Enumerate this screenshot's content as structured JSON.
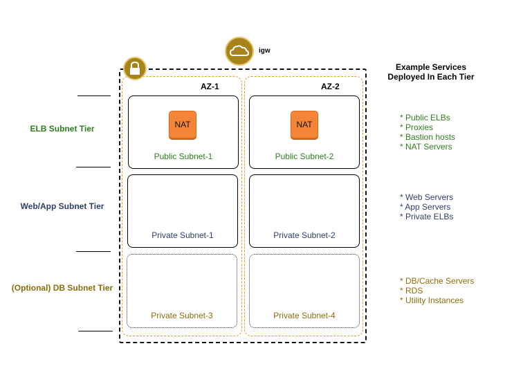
{
  "tiers": [
    {
      "label": "ELB Subnet Tier",
      "color": "#2e7d1e"
    },
    {
      "label": "Web/App Subnet Tier",
      "color": "#2f3e66"
    },
    {
      "label": "(Optional) DB Subnet Tier",
      "color": "#8a6d0a"
    }
  ],
  "igw_label": "igw",
  "az": [
    "AZ-1",
    "AZ-2"
  ],
  "nat_label": "NAT",
  "subnets": [
    "Public Subnet-1",
    "Public Subnet-2",
    "Private Subnet-1",
    "Private Subnet-2",
    "Private Subnet-3",
    "Private Subnet-4"
  ],
  "services_heading": [
    "Example Services",
    "Deployed In Each Tier"
  ],
  "services": {
    "elb": [
      "* Public ELBs",
      "* Proxies",
      "* Bastion hosts",
      "* NAT Servers"
    ],
    "web": [
      "* Web Servers",
      "* App Servers",
      "* Private ELBs"
    ],
    "db": [
      "* DB/Cache Servers",
      "* RDS",
      "* Utility Instances"
    ]
  },
  "colors": {
    "elb": "#2e7d1e",
    "web": "#2f3e66",
    "db": "#8a6d0a",
    "gold": "#a8821a",
    "nat": "#f58536"
  },
  "icons": [
    "cloud-icon",
    "lock-icon"
  ]
}
